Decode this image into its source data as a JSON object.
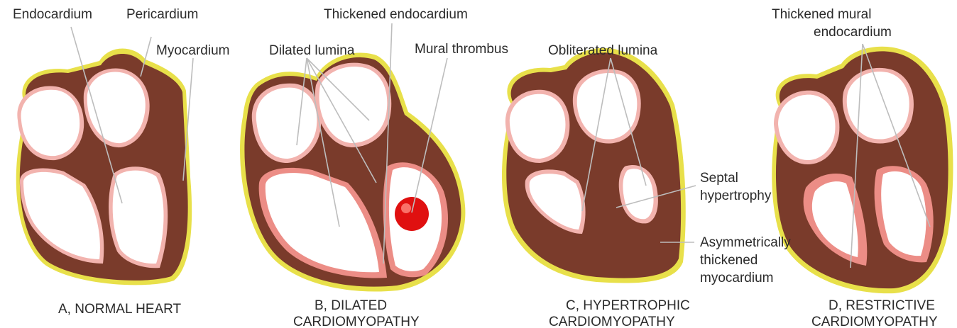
{
  "colors": {
    "myocardium": "#7a3b2b",
    "pericardium": "#e8e04a",
    "endocardium": "#f2b3ae",
    "thickened_endocardium": "#ec8d86",
    "thrombus": "#e01010",
    "leader_line": "#bdbdbd"
  },
  "panels": {
    "a": {
      "caption": "A, NORMAL HEART",
      "labels": {
        "endocardium": "Endocardium",
        "pericardium": "Pericardium",
        "myocardium": "Myocardium"
      }
    },
    "b": {
      "caption_line1": "B, DILATED",
      "caption_line2": "CARDIOMYOPATHY",
      "labels": {
        "thickened_endocardium": "Thickened endocardium",
        "dilated_lumina": "Dilated lumina",
        "mural_thrombus": "Mural thrombus"
      }
    },
    "c": {
      "caption_line1": "C, HYPERTROPHIC",
      "caption_line2": "CARDIOMYOPATHY",
      "labels": {
        "obliterated_lumina": "Obliterated lumina",
        "septal_line1": "Septal",
        "septal_line2": "hypertrophy",
        "asym_line1": "Asymmetrically",
        "asym_line2": "thickened",
        "asym_line3": "myocardium"
      }
    },
    "d": {
      "caption_line1": "D, RESTRICTIVE",
      "caption_line2": "CARDIOMYOPATHY",
      "labels": {
        "thickened_mural_line1": "Thickened mural",
        "thickened_mural_line2": "endocardium"
      }
    }
  }
}
